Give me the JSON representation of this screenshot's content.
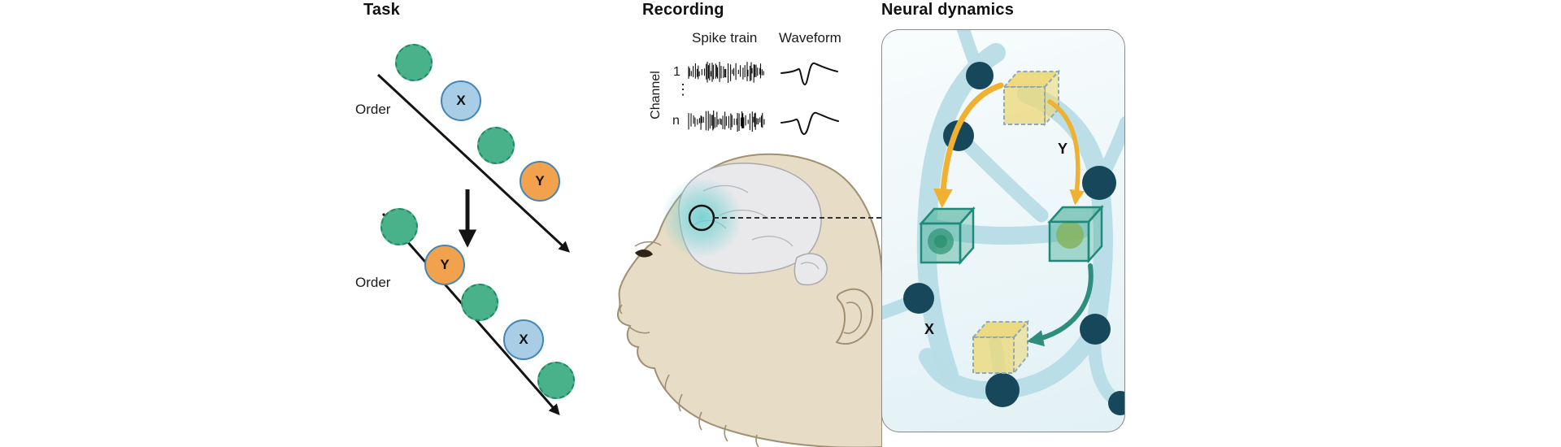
{
  "task": {
    "title": "Task",
    "seq1": {
      "order_label": "Order",
      "circle2_label": "X",
      "circle4_label": "Y"
    },
    "seq2": {
      "order_label": "Order",
      "circle2_label": "Y",
      "circle4_label": "X"
    }
  },
  "recording": {
    "title": "Recording",
    "spike_train_label": "Spike train",
    "waveform_label": "Waveform",
    "channel_axis_label": "Channel",
    "channel_first": "1",
    "channel_dots": "⋮",
    "channel_last": "n"
  },
  "neural_dynamics": {
    "title": "Neural dynamics",
    "state_y_label": "Y",
    "state_x_label": "X"
  },
  "colors": {
    "green_circle": "#49b28a",
    "green_circle_border": "#1f8a63",
    "blue_circle": "#a9cde4",
    "blue_circle_border": "#4186b8",
    "orange_circle": "#f2a24c",
    "orange_circle_border": "#4186b8",
    "node_dark": "#16475a",
    "edge_light": "#b7dce6",
    "cube_yellow": "#ecd87a",
    "cube_yellow_border": "#8fa9b8",
    "cube_green": "#46af96",
    "cube_green_border": "#1f8a7a",
    "glow_green": "#157a55",
    "glow_yellow": "#b9b832",
    "arrow_yellow": "#f0b030",
    "arrow_teal": "#2f8d7c",
    "panel_border": "#8a8a8a",
    "panel_bg_top": "#f8fcfd",
    "panel_bg_bottom": "#e2f1f5",
    "monkey_skin": "#e7dcc6",
    "monkey_outline": "#a08f70",
    "brain_gray": "#e9e9ec",
    "brain_teal": "#6fd0cf"
  }
}
